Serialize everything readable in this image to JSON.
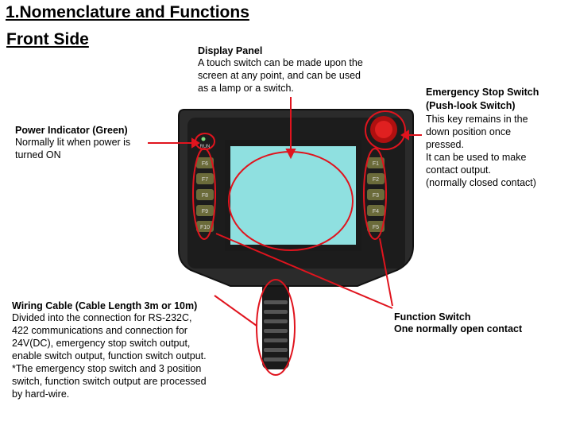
{
  "heading": {
    "title": "1.Nomenclature and Functions",
    "subtitle": "Front Side"
  },
  "callouts": {
    "display_panel": {
      "title": "Display Panel",
      "body": "A touch switch can be made upon the\nscreen at any point, and can be used\nas a lamp or a switch."
    },
    "power_indicator": {
      "title": "Power Indicator (Green)",
      "body": "Normally lit when power is\nturned ON"
    },
    "emergency_stop": {
      "title": "Emergency Stop Switch\n(Push-look Switch)",
      "body": "This key  remains in the\ndown position once\npressed.\nIt can be used to make\ncontact output.\n(normally closed contact)"
    },
    "wiring_cable": {
      "title": "Wiring Cable (Cable Length 3m  or 10m)",
      "body": "Divided into the connection for RS-232C,\n422 communications and connection for\n24V(DC), emergency stop switch output,\nenable switch output,  function switch output.\n*The emergency stop switch and 3 position\nswitch, function switch output are processed\nby hard-wire."
    },
    "function_switch": {
      "title": "Function Switch",
      "body": "One normally open contact"
    }
  },
  "device": {
    "power_label": "RUN",
    "left_keys": [
      "F6",
      "F7",
      "F8",
      "F9",
      "F10"
    ],
    "right_keys": [
      "F1",
      "F2",
      "F3",
      "F4",
      "F5"
    ]
  },
  "colors": {
    "callout_line": "#e0141e",
    "screen": "#8fe0e0",
    "body": "#2a2a2a",
    "key": "#6b6b3a",
    "estop": "#d81818"
  }
}
